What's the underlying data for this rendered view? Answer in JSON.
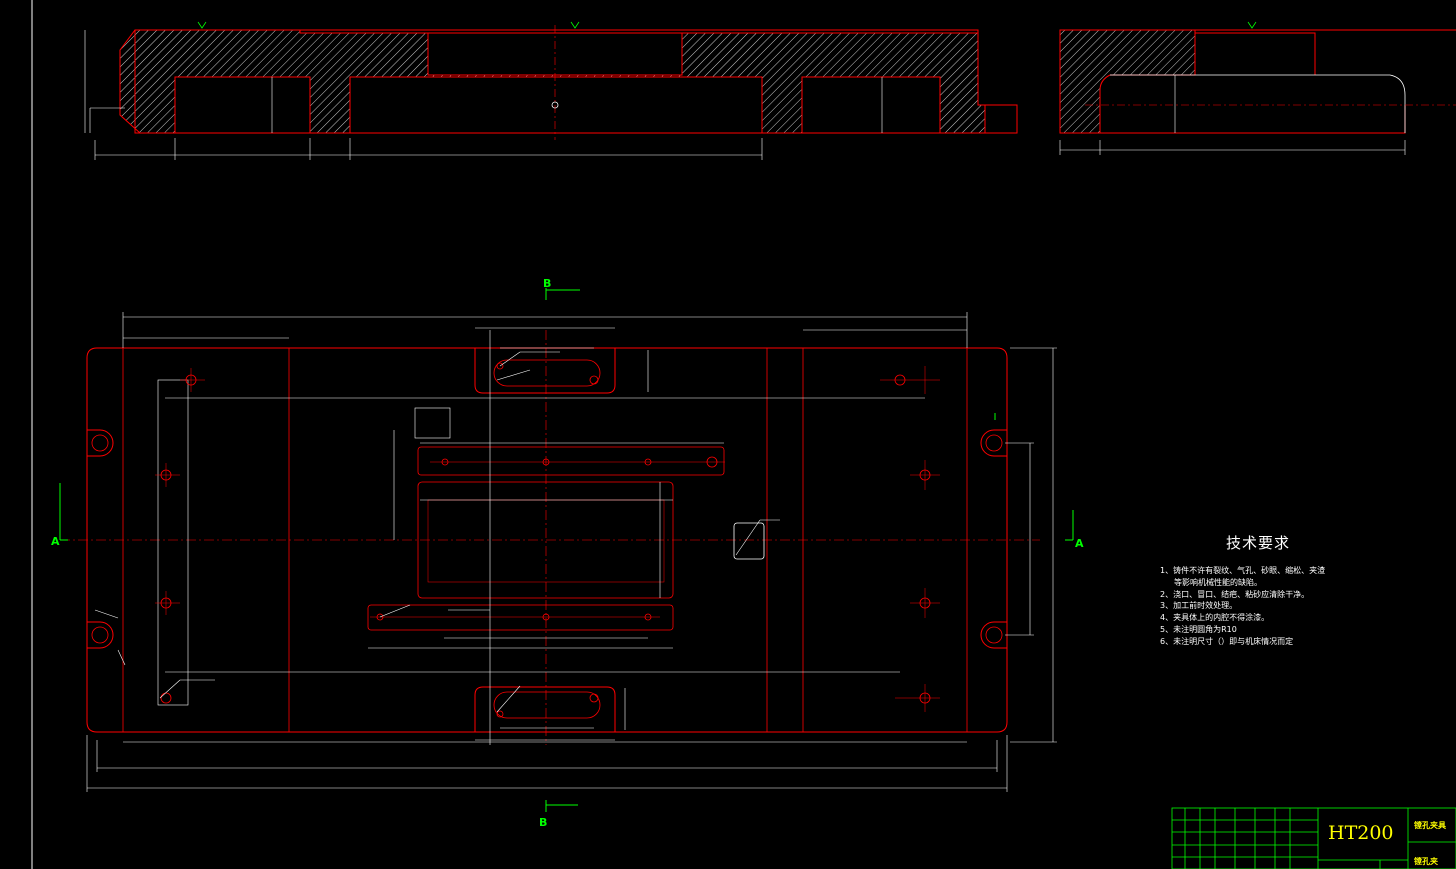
{
  "section_marks": {
    "b": "B",
    "a": "A"
  },
  "tech_requirements": {
    "title": "技术要求",
    "items": [
      "1、铸件不许有裂纹、气孔、砂眼、缩松、夹渣",
      "等影响机械性能的缺陷。",
      "2、浇口、冒口、结疤、粘砂应清除干净。",
      "3、加工前时效处理。",
      "4、夹具体上的内腔不得涂漆。",
      "5、未注明圆角为R10",
      "6、未注明尺寸（）即与机床情况而定"
    ]
  },
  "title_block": {
    "material": "HT200",
    "name_top": "镗孔夹具",
    "name_bottom": "镗孔夹"
  },
  "colors": {
    "outline": "#ff0000",
    "dimension": "#ffffff",
    "hatch": "#ffffff",
    "section": "#00ff00",
    "material": "#ffff00",
    "background": "#000000"
  }
}
